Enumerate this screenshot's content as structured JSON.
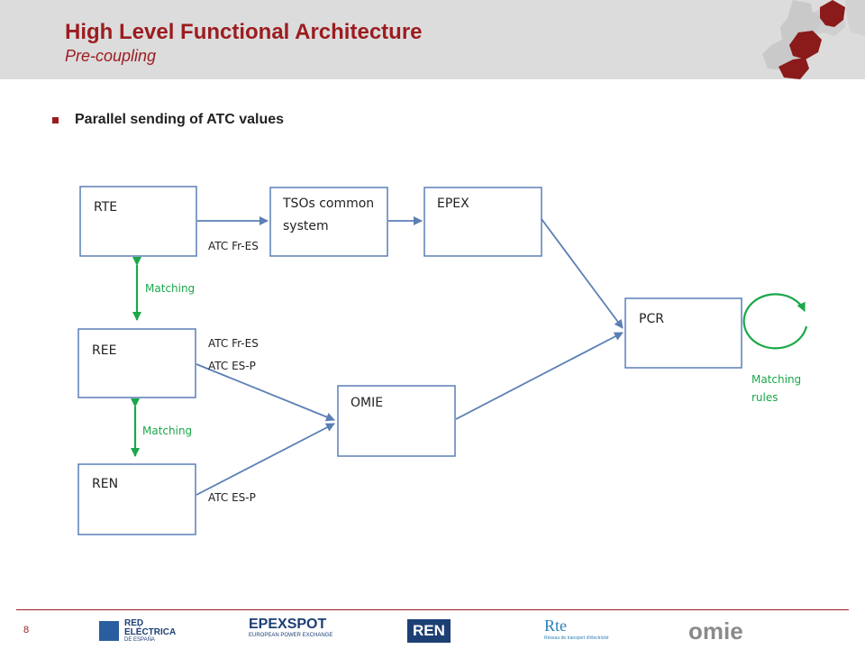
{
  "header": {
    "title": "High Level Functional Architecture",
    "subtitle": "Pre-coupling"
  },
  "bullet": {
    "text": "Parallel sending of ATC values"
  },
  "diagram": {
    "boxes": {
      "rte": "RTE",
      "tsos_line1": "TSOs common",
      "tsos_line2": "system",
      "epex": "EPEX",
      "pcr": "PCR",
      "ree": "REE",
      "omie": "OMIE",
      "ren": "REN"
    },
    "edge_labels": {
      "rte_tsos": "ATC Fr-ES",
      "ree_atc_fr_es": "ATC Fr-ES",
      "ree_atc_es_p": "ATC ES-P",
      "ren_atc_es_p": "ATC ES-P"
    },
    "matching": {
      "top": "Matching",
      "bottom": "Matching",
      "rules_line1": "Matching",
      "rules_line2": "rules"
    },
    "colors": {
      "box_border": "#5b7fb5",
      "arrow": "#5b7fb5",
      "green": "#1aa84a"
    }
  },
  "footer": {
    "page_number": "8",
    "logos": {
      "red_line1": "RED",
      "red_line2": "ELÉCTRICA",
      "red_line3": "DE ESPAÑA",
      "epex_main": "EPEXSPOT",
      "epex_sub": "EUROPEAN POWER EXCHANGE",
      "ren": "REN",
      "rte_main": "Rte",
      "rte_sub": "Réseau de transport d'électricité",
      "omie": "omie"
    }
  },
  "colors": {
    "accent": "#9b1c1f",
    "header_bg": "#dcdcdc"
  }
}
